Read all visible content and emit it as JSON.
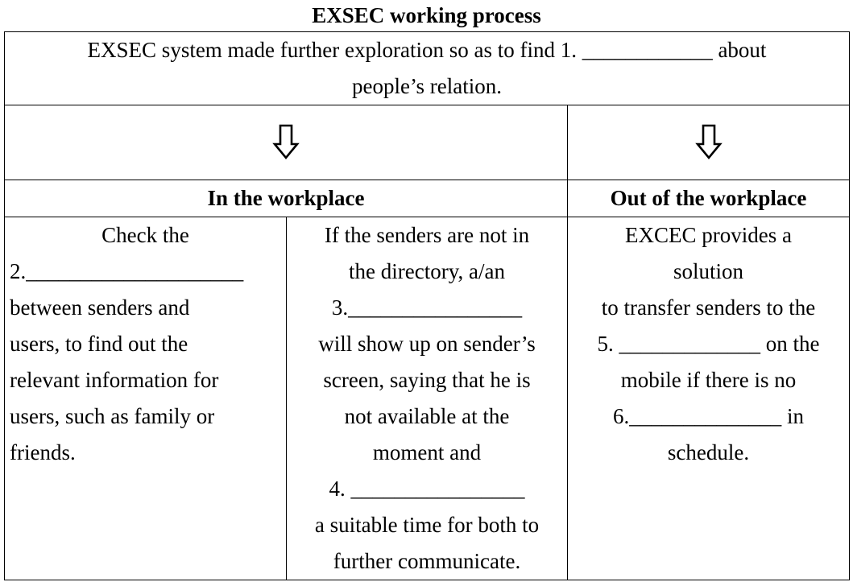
{
  "title": "EXSEC working process",
  "intro": {
    "line1": "EXSEC system made further exploration so as to find 1. ____________ about",
    "line2": "people’s relation."
  },
  "arrow_icon": "down-arrow-outline-icon",
  "headers": {
    "in_workplace": "In the workplace",
    "out_workplace": "Out of the workplace"
  },
  "columns": {
    "col1": [
      "Check the",
      "2.____________________",
      "between senders and",
      "users, to find out the",
      "relevant information for",
      "users, such as family or",
      "friends."
    ],
    "col2": [
      "If the senders are not in",
      "the directory, a/an",
      "3.________________",
      "will show up on sender’s",
      "screen, saying that he is",
      "not available at the",
      "moment and",
      "4. ________________",
      "a suitable time for both to",
      "further communicate."
    ],
    "col3": [
      "EXCEC provides a",
      "solution",
      "to transfer senders to the",
      "5. _____________ on the",
      "mobile if there is no",
      "6.______________ in",
      "schedule."
    ]
  }
}
